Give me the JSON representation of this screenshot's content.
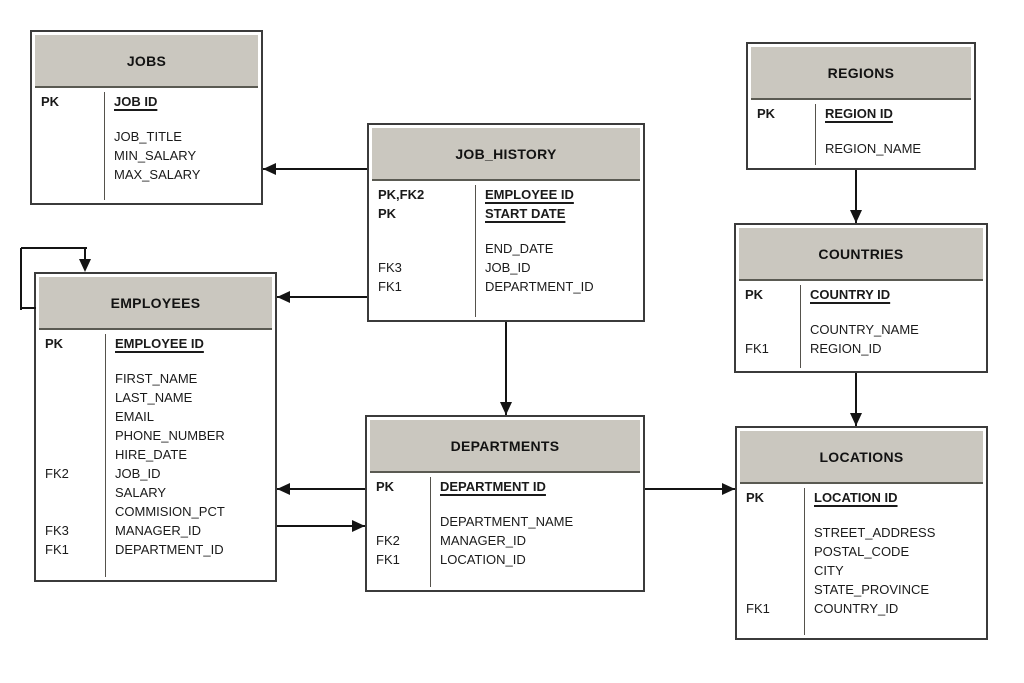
{
  "diagram": {
    "kind": "entity-relationship-diagram",
    "colors": {
      "background": "#ffffff",
      "header_fill": "#cac7bf",
      "border": "#3b3b3b",
      "header_rule": "#5a5a52",
      "divider": "#55524c",
      "line": "#141414"
    },
    "entities": [
      {
        "id": "jobs",
        "title": "JOBS",
        "key_rows": [
          {
            "key": "PK",
            "name": "JOB ID"
          }
        ],
        "attr_rows": [
          {
            "key": "",
            "name": "JOB_TITLE"
          },
          {
            "key": "",
            "name": "MIN_SALARY"
          },
          {
            "key": "",
            "name": "MAX_SALARY"
          }
        ]
      },
      {
        "id": "job_history",
        "title": "JOB_HISTORY",
        "key_rows": [
          {
            "key": "PK,FK2",
            "name": "EMPLOYEE ID"
          },
          {
            "key": "PK",
            "name": "START DATE"
          }
        ],
        "attr_rows": [
          {
            "key": "",
            "name": "END_DATE"
          },
          {
            "key": "FK3",
            "name": "JOB_ID"
          },
          {
            "key": "FK1",
            "name": "DEPARTMENT_ID"
          }
        ]
      },
      {
        "id": "employees",
        "title": "EMPLOYEES",
        "key_rows": [
          {
            "key": "PK",
            "name": "EMPLOYEE ID"
          }
        ],
        "attr_rows": [
          {
            "key": "",
            "name": "FIRST_NAME"
          },
          {
            "key": "",
            "name": "LAST_NAME"
          },
          {
            "key": "",
            "name": "EMAIL"
          },
          {
            "key": "",
            "name": "PHONE_NUMBER"
          },
          {
            "key": "",
            "name": "HIRE_DATE"
          },
          {
            "key": "FK2",
            "name": "JOB_ID"
          },
          {
            "key": "",
            "name": "SALARY"
          },
          {
            "key": "",
            "name": "COMMISION_PCT"
          },
          {
            "key": "FK3",
            "name": "MANAGER_ID"
          },
          {
            "key": "FK1",
            "name": "DEPARTMENT_ID"
          }
        ]
      },
      {
        "id": "departments",
        "title": "DEPARTMENTS",
        "key_rows": [
          {
            "key": "PK",
            "name": "DEPARTMENT ID"
          }
        ],
        "attr_rows": [
          {
            "key": "",
            "name": "DEPARTMENT_NAME"
          },
          {
            "key": "FK2",
            "name": "MANAGER_ID"
          },
          {
            "key": "FK1",
            "name": "LOCATION_ID"
          }
        ]
      },
      {
        "id": "regions",
        "title": "REGIONS",
        "key_rows": [
          {
            "key": "PK",
            "name": "REGION ID"
          }
        ],
        "attr_rows": [
          {
            "key": "",
            "name": "REGION_NAME"
          }
        ]
      },
      {
        "id": "countries",
        "title": "COUNTRIES",
        "key_rows": [
          {
            "key": "PK",
            "name": "COUNTRY ID"
          }
        ],
        "attr_rows": [
          {
            "key": "",
            "name": "COUNTRY_NAME"
          },
          {
            "key": "FK1",
            "name": "REGION_ID"
          }
        ]
      },
      {
        "id": "locations",
        "title": "LOCATIONS",
        "key_rows": [
          {
            "key": "PK",
            "name": "LOCATION ID"
          }
        ],
        "attr_rows": [
          {
            "key": "",
            "name": "STREET_ADDRESS"
          },
          {
            "key": "",
            "name": "POSTAL_CODE"
          },
          {
            "key": "",
            "name": "CITY"
          },
          {
            "key": "",
            "name": "STATE_PROVINCE"
          },
          {
            "key": "FK1",
            "name": "COUNTRY_ID"
          }
        ]
      }
    ],
    "relationships": [
      {
        "from": "JOB_HISTORY",
        "to": "JOBS"
      },
      {
        "from": "JOB_HISTORY",
        "to": "EMPLOYEES"
      },
      {
        "from": "JOB_HISTORY",
        "to": "DEPARTMENTS"
      },
      {
        "from": "REGIONS",
        "to": "COUNTRIES"
      },
      {
        "from": "COUNTRIES",
        "to": "LOCATIONS"
      },
      {
        "from": "DEPARTMENTS",
        "to": "LOCATIONS"
      },
      {
        "from": "DEPARTMENTS",
        "to": "EMPLOYEES"
      },
      {
        "from": "EMPLOYEES",
        "to": "DEPARTMENTS"
      },
      {
        "from": "EMPLOYEES",
        "to": "EMPLOYEES",
        "note": "self-reference (MANAGER_ID)"
      }
    ]
  }
}
